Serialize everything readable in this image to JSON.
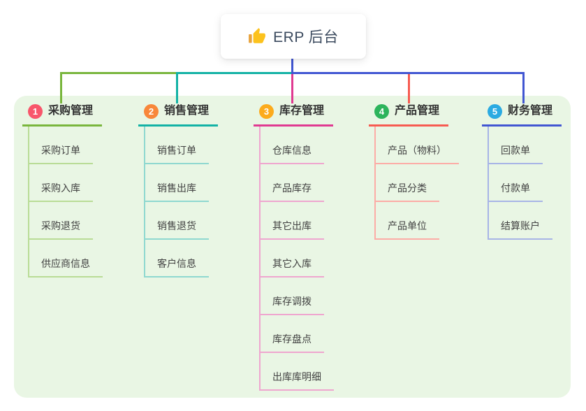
{
  "root": {
    "label": "ERP 后台",
    "icon": "thumbs-up-icon"
  },
  "colors": {
    "page_background": "#ffffff",
    "panel_background": "#e9f6e4",
    "root_card_background": "#ffffff",
    "root_text": "#3b4a5e",
    "root_connector": "#4156d2",
    "title_text": "#333333",
    "child_text": "#424242",
    "thumb_gold": "#fcc21d",
    "thumb_cuff": "#e9a33c"
  },
  "branches": [
    {
      "num": "1",
      "title": "采购管理",
      "badge_color": "#f8566b",
      "line_color": "#79b63d",
      "child_line_color": "#b9dc96",
      "children": [
        "采购订单",
        "采购入库",
        "采购退货",
        "供应商信息"
      ]
    },
    {
      "num": "2",
      "title": "销售管理",
      "badge_color": "#f8873a",
      "line_color": "#13b2a5",
      "child_line_color": "#8fd8d0",
      "children": [
        "销售订单",
        "销售出库",
        "销售退货",
        "客户信息"
      ]
    },
    {
      "num": "3",
      "title": "库存管理",
      "badge_color": "#fcab1c",
      "line_color": "#e03a91",
      "child_line_color": "#efa6cf",
      "children": [
        "仓库信息",
        "产品库存",
        "其它出库",
        "其它入库",
        "库存调拨",
        "库存盘点",
        "出库库明细"
      ]
    },
    {
      "num": "4",
      "title": "产品管理",
      "badge_color": "#2db45c",
      "line_color": "#f75b51",
      "child_line_color": "#fcaca6",
      "children": [
        "产品（物料）",
        "产品分类",
        "产品单位"
      ]
    },
    {
      "num": "5",
      "title": "财务管理",
      "badge_color": "#2babe2",
      "line_color": "#4156d2",
      "child_line_color": "#a7b4e6",
      "children": [
        "回款单",
        "付款单",
        "结算账户"
      ]
    }
  ]
}
